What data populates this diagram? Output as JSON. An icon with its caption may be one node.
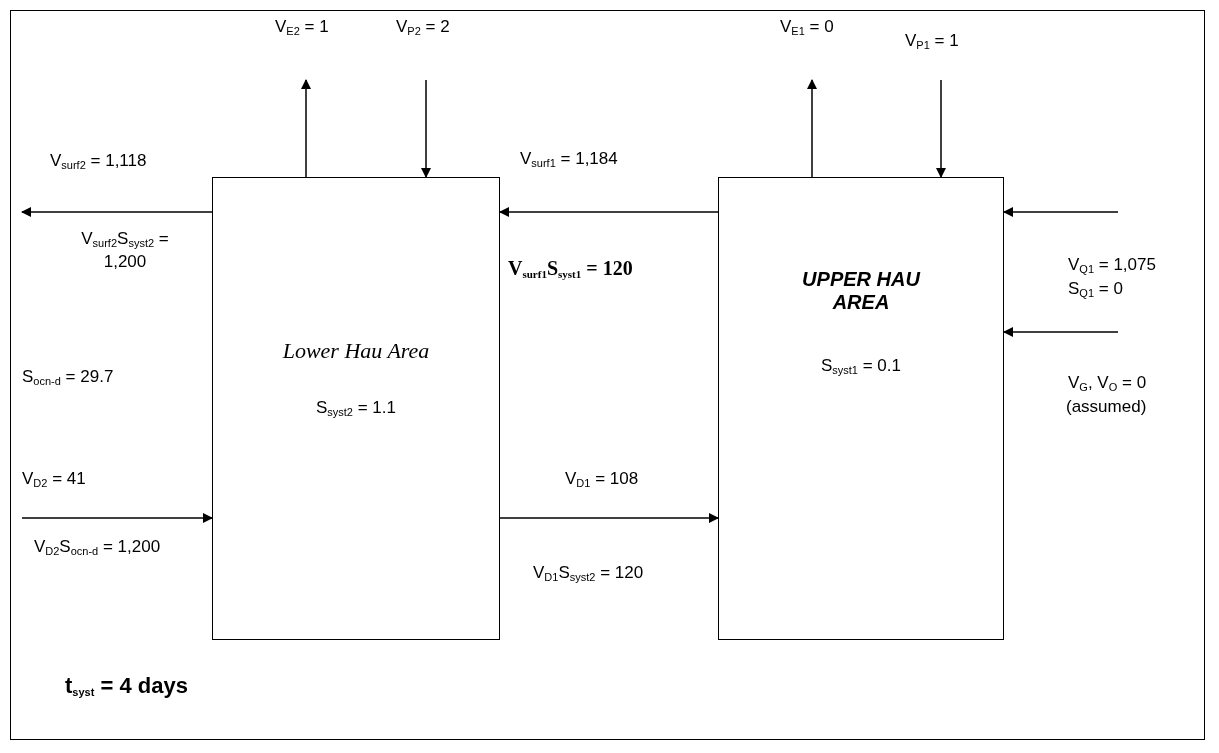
{
  "diagram": {
    "nodes": [
      {
        "text": [
          "Lower Hau Area",
          "S$_{syst2}$ = 1.1"
        ]
      },
      {
        "text": [
          "UPPER HAU AREA",
          "S$_{syst1}$ = 0.1"
        ]
      }
    ],
    "edges": [
      {
        "from": 0,
        "to": null,
        "arrow": "to",
        "label": "V$_{surf2}$ = 1,118"
      },
      {
        "from": 0,
        "to": null,
        "arrow": "to",
        "label": "V$_{E2}$ = 1"
      },
      {
        "from": null,
        "to": 0,
        "arrow": "to",
        "label": "V$_{P2}$ = 2"
      },
      {
        "from": 1,
        "to": 0,
        "arrow": "to",
        "label": "V$_{surf1}$ = 1,184"
      },
      {
        "from": 1,
        "to": null,
        "arrow": "to",
        "label": "V$_{E1}$ = 0"
      },
      {
        "from": null,
        "to": 1,
        "arrow": "to",
        "label": "V$_{P1}$ = 1"
      },
      {
        "from": null,
        "to": 1,
        "arrow": "to",
        "label": "V$_{Q1}$ = 1,075"
      },
      {
        "from": null,
        "to": 1,
        "arrow": "to",
        "label": "V$_{G}$,  V$_{O}$ = 0"
      },
      {
        "from": null,
        "to": 0,
        "arrow": "to",
        "label": "V$_{D2}$ = 41"
      },
      {
        "from": 0,
        "to": 1,
        "arrow": "to",
        "label": "V$_{D1}$  = 108"
      }
    ],
    "labels": [
      "V$_{surf2}$S$_{syst2}$ = 1,200",
      "V$_{surf1}$S$_{syst1}$ = 120",
      "S$_{Q1}$ = 0",
      "(assumed)",
      "S$_{ocn-d}$ = 29.7",
      "V$_{D2}$S$_{ocn-d}$ = 1,200",
      "V$_{D1}$S$_{syst2}$ = 120",
      "t$_{syst}$ = 4 days"
    ]
  }
}
